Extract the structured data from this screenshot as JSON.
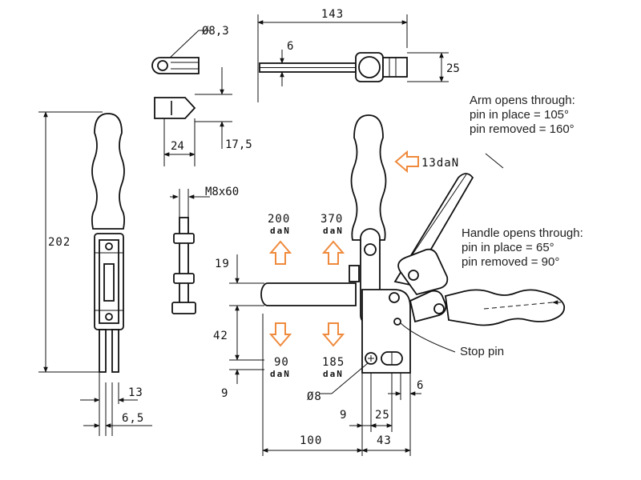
{
  "dims": {
    "d143": "143",
    "d6_top": "6",
    "d25_top": "25",
    "d_dia83": "Ø8,3",
    "d24": "24",
    "d175": "17,5",
    "d_m8x60": "M8x60",
    "d202": "202",
    "d13": "13",
    "d65": "6,5",
    "d19": "19",
    "d42": "42",
    "d9_left": "9",
    "d_dia8": "Ø8",
    "d9_bottom": "9",
    "d25_bottom": "25",
    "d6_bottom": "6",
    "d100": "100",
    "d43": "43"
  },
  "forces": {
    "f200": "200",
    "f370": "370",
    "f90": "90",
    "f185": "185",
    "unit": "daN",
    "f13": "13daN"
  },
  "notes": {
    "arm_line1": "Arm opens through:",
    "arm_line2": "pin in place = 105°",
    "arm_line3": "pin removed = 160°",
    "handle_line1": "Handle opens through:",
    "handle_line2": "pin in place = 65°",
    "handle_line3": "pin removed = 90°",
    "stop_pin": "Stop pin"
  },
  "colors": {
    "arrow": "#ef8a3c",
    "line": "#111111"
  }
}
